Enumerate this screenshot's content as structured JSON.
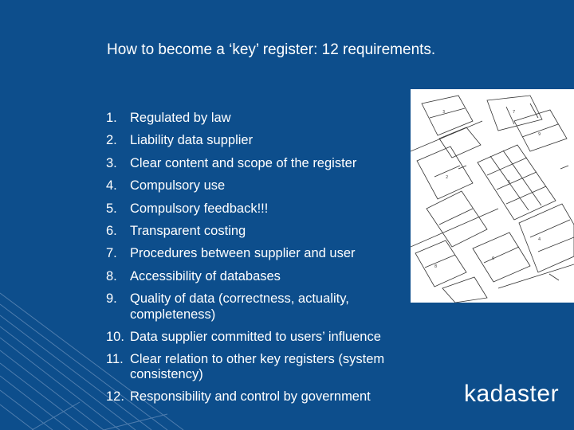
{
  "slide": {
    "title": "How to become a ‘key’ register: 12 requirements.",
    "requirements": [
      {
        "number": "1.",
        "text": "Regulated by law"
      },
      {
        "number": "2.",
        "text": "Liability data supplier"
      },
      {
        "number": "3.",
        "text": "Clear content and scope of the register"
      },
      {
        "number": "4.",
        "text": "Compulsory use"
      },
      {
        "number": "5.",
        "text": "Compulsory feedback!!!"
      },
      {
        "number": "6.",
        "text": "Transparent costing"
      },
      {
        "number": "7.",
        "text": "Procedures between supplier and user"
      },
      {
        "number": "8.",
        "text": "Accessibility of databases"
      },
      {
        "number": "9.",
        "text": "Quality of data (correctness, actuality,",
        "text_cont": "completeness)"
      },
      {
        "number": "10.",
        "text": "Data supplier committed to users’ influence"
      },
      {
        "number": "11.",
        "text": "Clear relation to other key registers (system",
        "text_cont": "consistency)"
      },
      {
        "number": "12.",
        "text": "Responsibility and control by government"
      }
    ],
    "logo_text": "kadaster",
    "colors": {
      "background": "#0d4e8c",
      "text": "#ffffff",
      "lines": "#5b86b4"
    }
  }
}
